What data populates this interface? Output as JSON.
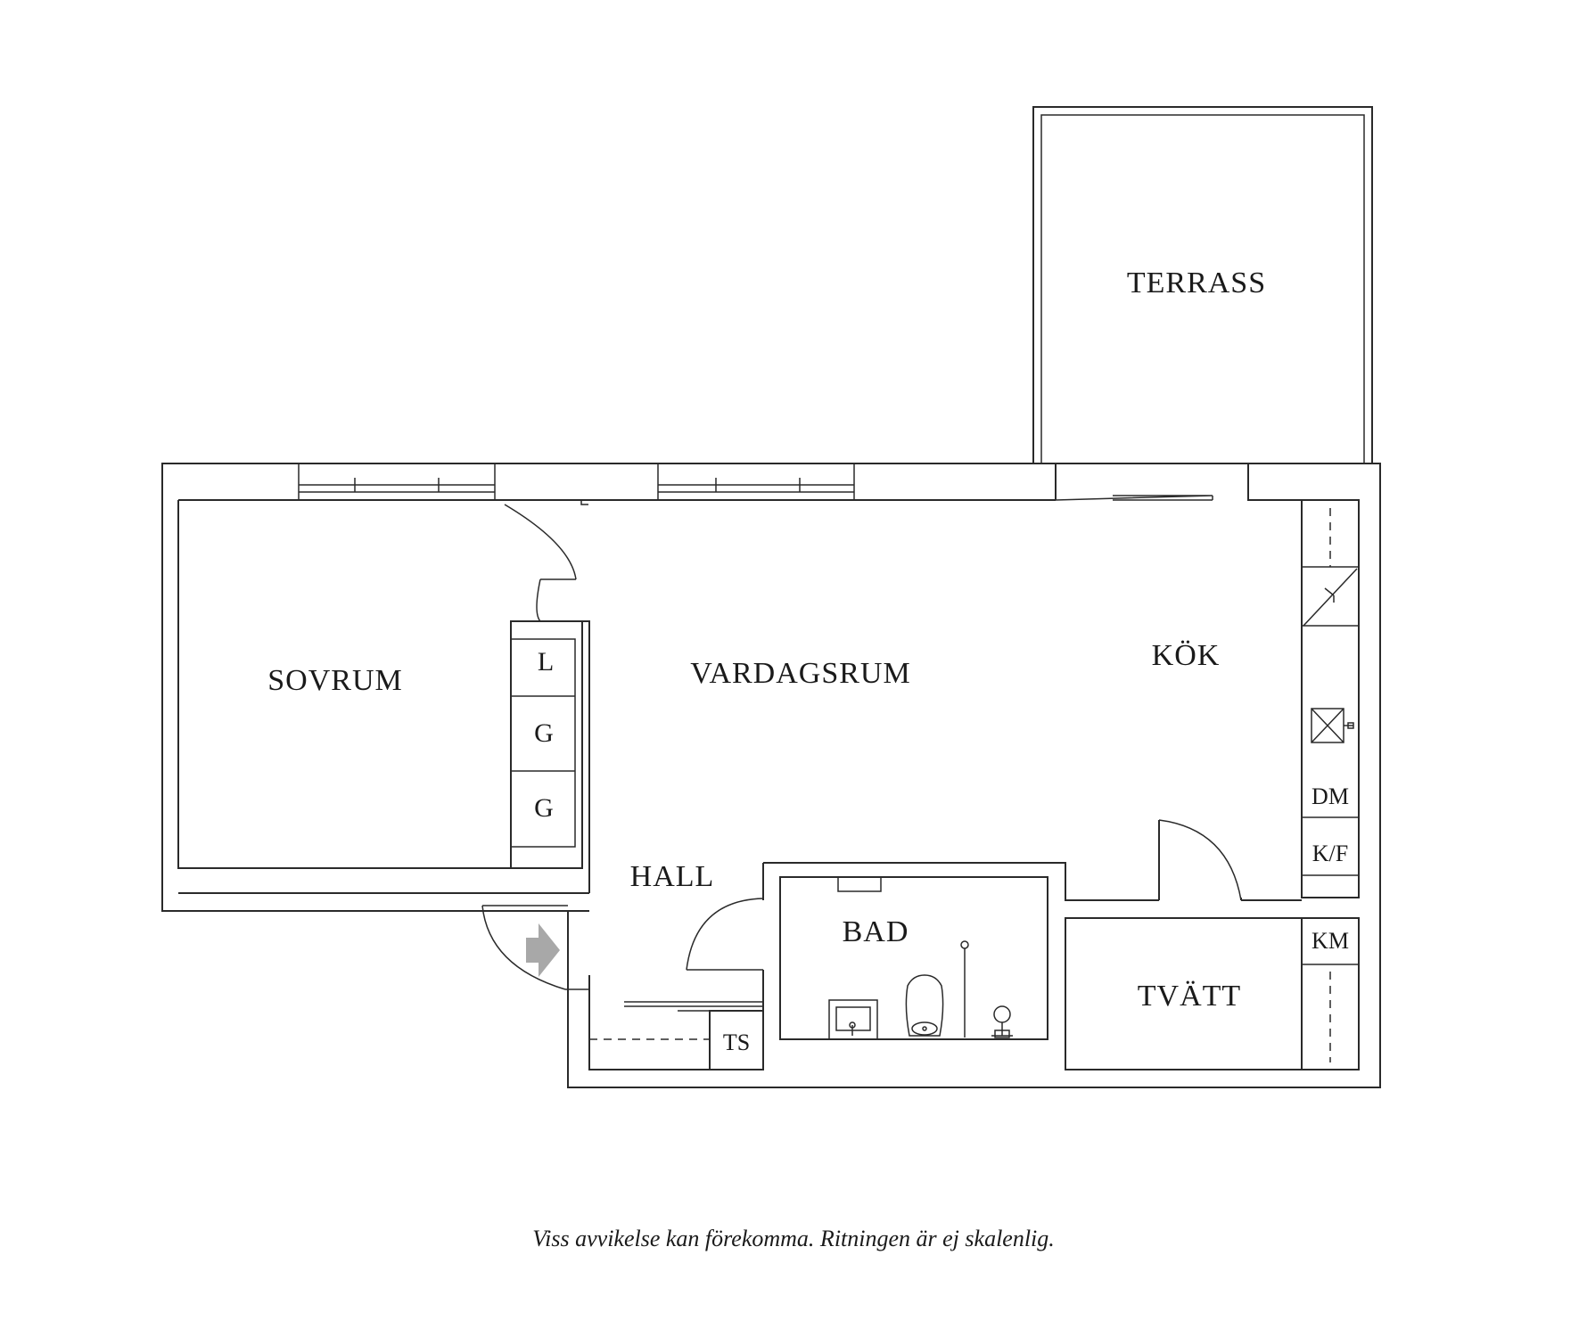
{
  "rooms": {
    "terrass": "TERRASS",
    "sovrum": "SOVRUM",
    "vardagsrum": "VARDAGSRUM",
    "kok": "KÖK",
    "hall": "HALL",
    "bad": "BAD",
    "tvatt": "TVÄTT"
  },
  "fixtures": {
    "linen": "L",
    "wardrobe_1": "G",
    "wardrobe_2": "G",
    "dishwasher": "DM",
    "fridge_freezer": "K/F",
    "washing_machine": "KM",
    "dryer": "TS"
  },
  "disclaimer": "Viss avvikelse kan förekomma. Ritningen är ej skalenlig.",
  "colors": {
    "line": "#2a2a2a",
    "entry_arrow": "#a8a8a8",
    "background": "#ffffff"
  }
}
